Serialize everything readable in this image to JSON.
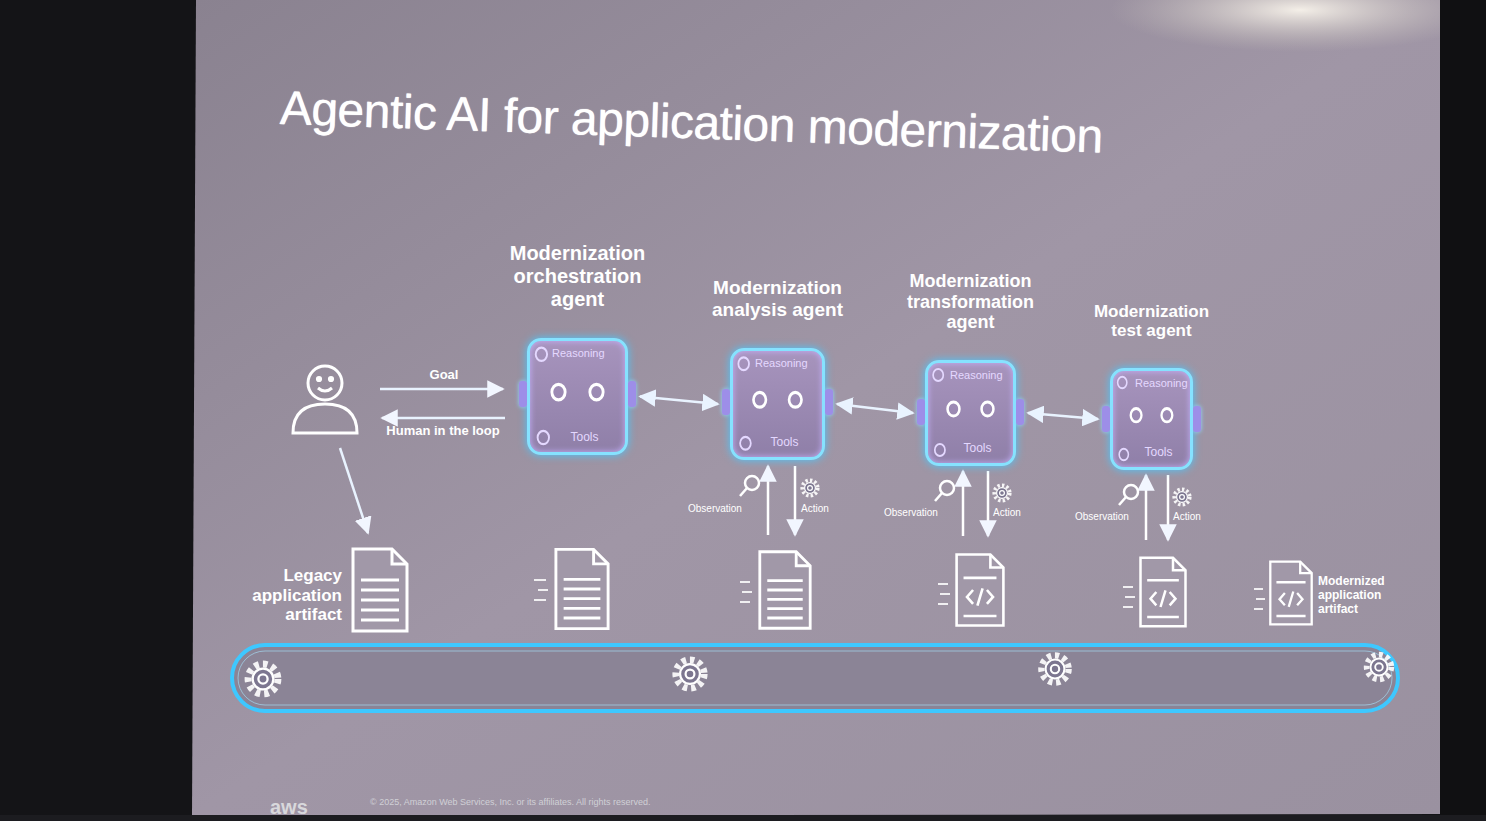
{
  "diagram": {
    "title": "Agentic AI for application modernization",
    "nodes": [
      {
        "text": [
          "Modernization orchestration agent",
          "Reasoning",
          "Tools"
        ]
      },
      {
        "text": [
          "Modernization analysis agent",
          "Reasoning",
          "Tools"
        ]
      },
      {
        "text": [
          "Modernization transformation agent",
          "Reasoning",
          "Tools"
        ]
      },
      {
        "text": [
          "Modernization test agent",
          "Reasoning",
          "Tools"
        ]
      }
    ],
    "edges": [
      {
        "from": 0,
        "to": 1,
        "arrow": "both"
      },
      {
        "from": 1,
        "to": 2,
        "arrow": "both"
      },
      {
        "from": 2,
        "to": 3,
        "arrow": "both"
      }
    ],
    "labels": [
      "Goal",
      "Human in the loop",
      "Legacy application artifact",
      "Observation",
      "Action",
      "Observation",
      "Action",
      "Observation",
      "Action",
      "Modernized application artifact",
      "aws",
      "© 2025, Amazon Web Services, Inc. or its affiliates. All rights reserved."
    ]
  }
}
